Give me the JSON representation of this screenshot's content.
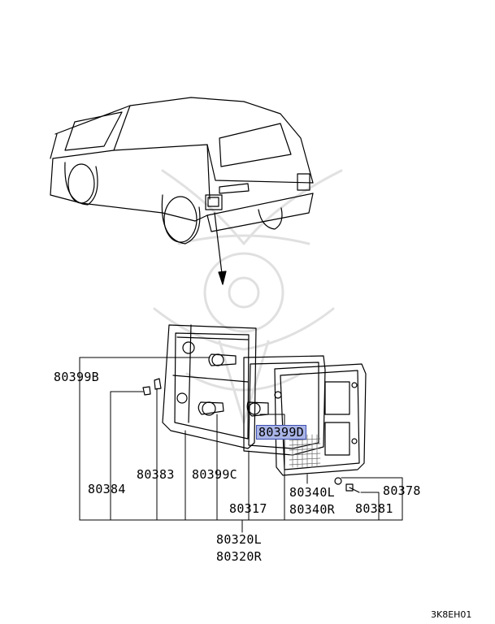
{
  "labels": {
    "p80399B": "80399B",
    "p80384": "80384",
    "p80383": "80383",
    "p80399C": "80399C",
    "p80317": "80317",
    "p80399D": "80399D",
    "p80340L": "80340L",
    "p80340R": "80340R",
    "p80378": "80378",
    "p80381": "80381",
    "p80320L": "80320L",
    "p80320R": "80320R",
    "diagram_code": "3K8EH01"
  },
  "highlight_color": "#a9b4e6"
}
